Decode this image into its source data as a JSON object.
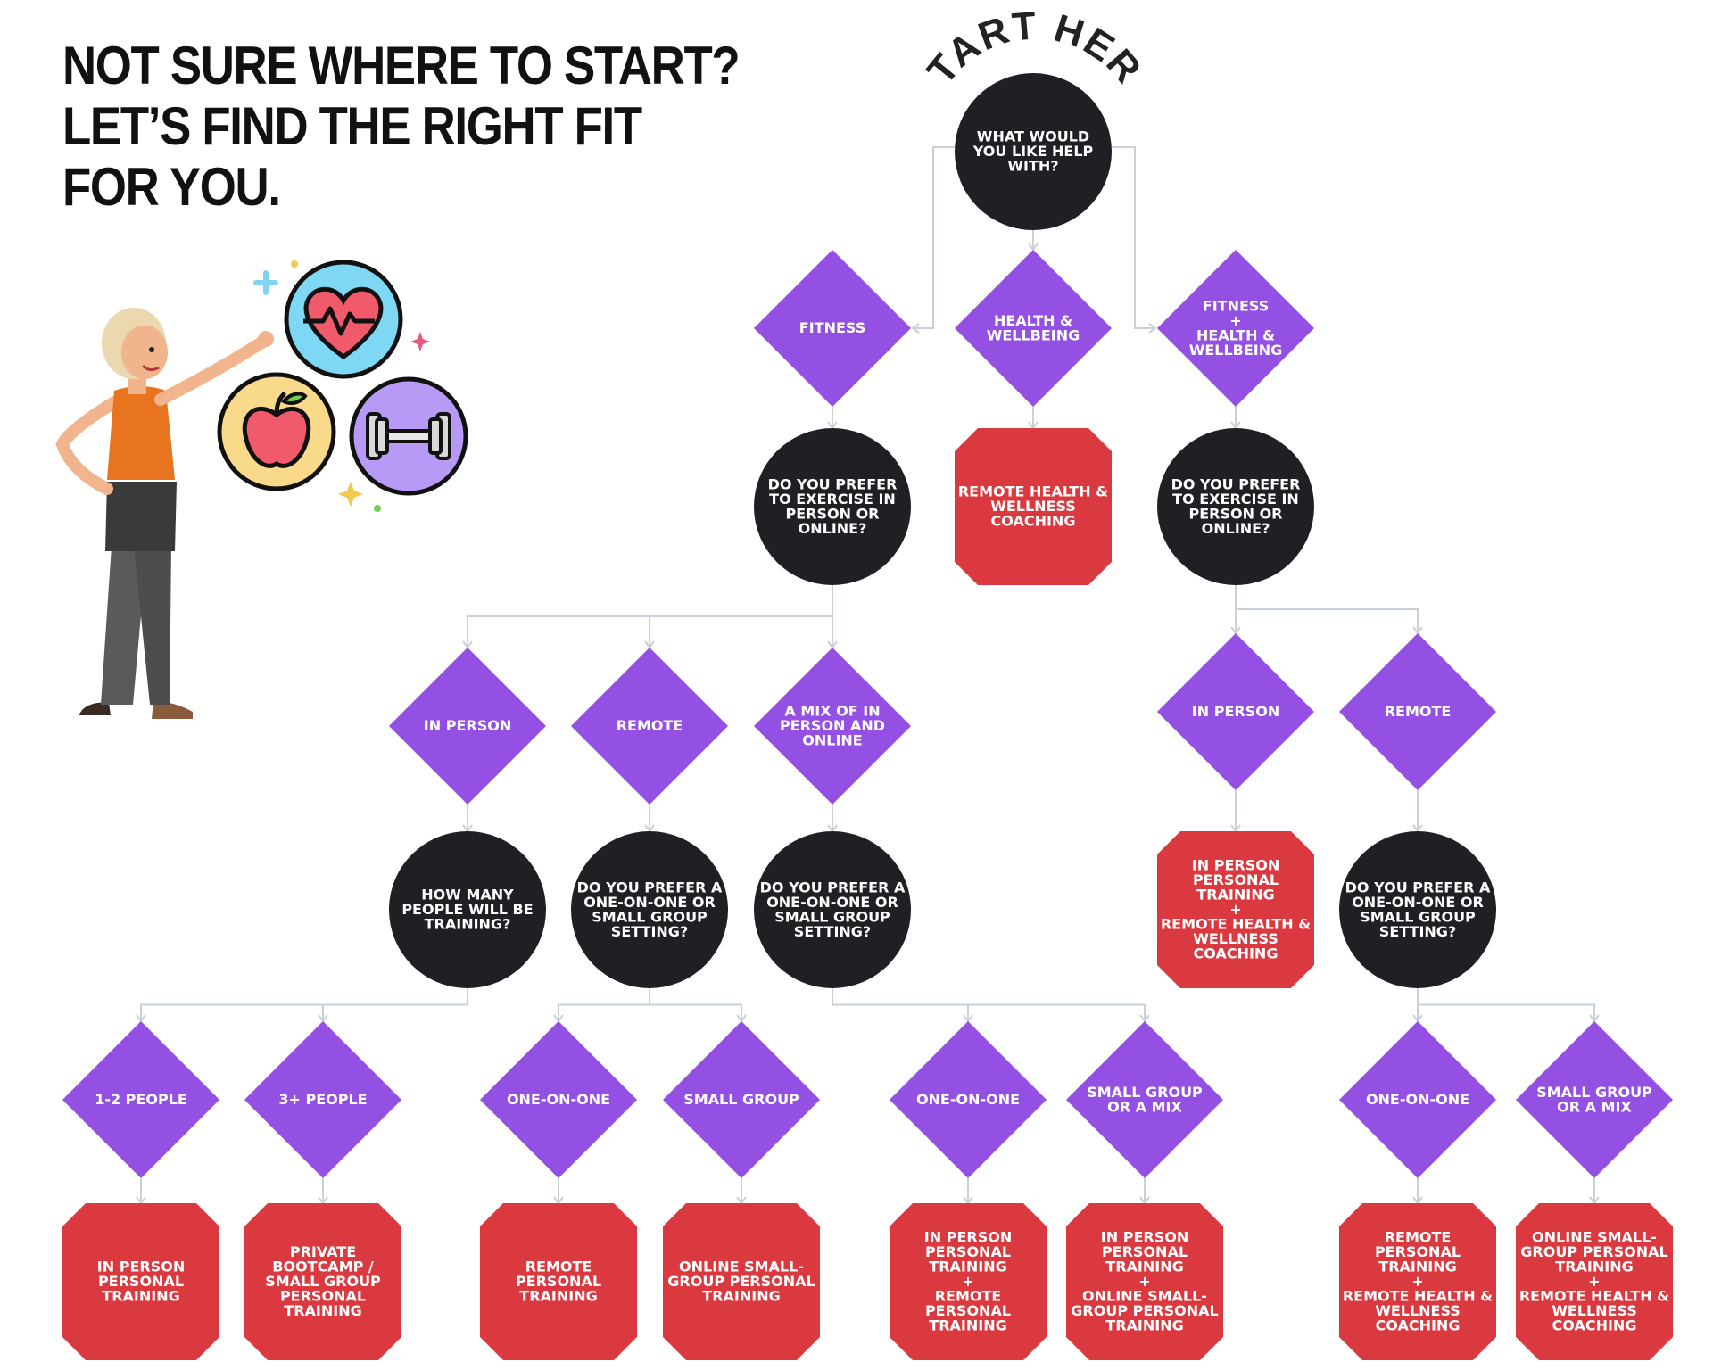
{
  "title": {
    "line1": "NOT SURE WHERE TO START?",
    "line2": "LET’S FIND THE RIGHT FIT",
    "line3": "FOR YOU."
  },
  "start_label": "START HERE",
  "colors": {
    "question": "#1f1f24",
    "option": "#9450e2",
    "result": "#da3a3f",
    "connector": "#c9d0d8"
  },
  "icons": [
    "heart-pulse-icon",
    "apple-icon",
    "dumbbell-icon",
    "woman-pointing-illustration"
  ],
  "nodes": [
    {
      "id": "q0",
      "kind": "question",
      "lines": [
        "WHAT WOULD",
        "YOU LIKE HELP",
        "WITH?"
      ]
    },
    {
      "id": "o_fit",
      "kind": "option",
      "lines": [
        "FITNESS"
      ]
    },
    {
      "id": "o_hw",
      "kind": "option",
      "lines": [
        "HEALTH &",
        "WELLBEING"
      ]
    },
    {
      "id": "o_both",
      "kind": "option",
      "lines": [
        "FITNESS",
        "+",
        "HEALTH &",
        "WELLBEING"
      ]
    },
    {
      "id": "q_fit",
      "kind": "question",
      "lines": [
        "DO YOU PREFER",
        "TO EXERCISE IN",
        "PERSON OR",
        "ONLINE?"
      ]
    },
    {
      "id": "r_hw",
      "kind": "result",
      "lines": [
        "REMOTE HEALTH &",
        "WELLNESS",
        "COACHING"
      ]
    },
    {
      "id": "q_both",
      "kind": "question",
      "lines": [
        "DO YOU PREFER",
        "TO EXERCISE IN",
        "PERSON OR",
        "ONLINE?"
      ]
    },
    {
      "id": "o_inperson",
      "kind": "option",
      "lines": [
        "IN PERSON"
      ]
    },
    {
      "id": "o_remote",
      "kind": "option",
      "lines": [
        "REMOTE"
      ]
    },
    {
      "id": "o_mix",
      "kind": "option",
      "lines": [
        "A MIX OF IN",
        "PERSON AND",
        "ONLINE"
      ]
    },
    {
      "id": "o_b_inperson",
      "kind": "option",
      "lines": [
        "IN PERSON"
      ]
    },
    {
      "id": "o_b_remote",
      "kind": "option",
      "lines": [
        "REMOTE"
      ]
    },
    {
      "id": "q_people",
      "kind": "question",
      "lines": [
        "HOW MANY",
        "PEOPLE WILL BE",
        "TRAINING?"
      ]
    },
    {
      "id": "q_remote_set",
      "kind": "question",
      "lines": [
        "DO YOU PREFER A",
        "ONE-ON-ONE OR",
        "SMALL GROUP",
        "SETTING?"
      ]
    },
    {
      "id": "q_mix_set",
      "kind": "question",
      "lines": [
        "DO YOU PREFER A",
        "ONE-ON-ONE OR",
        "SMALL GROUP",
        "SETTING?"
      ]
    },
    {
      "id": "r_b_inperson",
      "kind": "result",
      "lines": [
        "IN PERSON",
        "PERSONAL",
        "TRAINING",
        "+",
        "REMOTE HEALTH &",
        "WELLNESS",
        "COACHING"
      ]
    },
    {
      "id": "q_b_remote_set",
      "kind": "question",
      "lines": [
        "DO YOU PREFER A",
        "ONE-ON-ONE OR",
        "SMALL GROUP",
        "SETTING?"
      ]
    },
    {
      "id": "o_12",
      "kind": "option",
      "lines": [
        "1-2 PEOPLE"
      ]
    },
    {
      "id": "o_3plus",
      "kind": "option",
      "lines": [
        "3+ PEOPLE"
      ]
    },
    {
      "id": "o_r_one",
      "kind": "option",
      "lines": [
        "ONE-ON-ONE"
      ]
    },
    {
      "id": "o_r_small",
      "kind": "option",
      "lines": [
        "SMALL GROUP"
      ]
    },
    {
      "id": "o_m_one",
      "kind": "option",
      "lines": [
        "ONE-ON-ONE"
      ]
    },
    {
      "id": "o_m_small",
      "kind": "option",
      "lines": [
        "SMALL GROUP",
        "OR A MIX"
      ]
    },
    {
      "id": "o_b_one",
      "kind": "option",
      "lines": [
        "ONE-ON-ONE"
      ]
    },
    {
      "id": "o_b_small",
      "kind": "option",
      "lines": [
        "SMALL GROUP",
        "OR A MIX"
      ]
    },
    {
      "id": "r_12",
      "kind": "result",
      "lines": [
        "IN PERSON",
        "PERSONAL",
        "TRAINING"
      ]
    },
    {
      "id": "r_3plus",
      "kind": "result",
      "lines": [
        "PRIVATE",
        "BOOTCAMP /",
        "SMALL GROUP",
        "PERSONAL",
        "TRAINING"
      ]
    },
    {
      "id": "r_r_one",
      "kind": "result",
      "lines": [
        "REMOTE",
        "PERSONAL",
        "TRAINING"
      ]
    },
    {
      "id": "r_r_small",
      "kind": "result",
      "lines": [
        "ONLINE SMALL-",
        "GROUP PERSONAL",
        "TRAINING"
      ]
    },
    {
      "id": "r_m_one",
      "kind": "result",
      "lines": [
        "IN PERSON",
        "PERSONAL",
        "TRAINING",
        "+",
        "REMOTE",
        "PERSONAL",
        "TRAINING"
      ]
    },
    {
      "id": "r_m_small",
      "kind": "result",
      "lines": [
        "IN PERSON",
        "PERSONAL",
        "TRAINING",
        "+",
        "ONLINE SMALL-",
        "GROUP PERSONAL",
        "TRAINING"
      ]
    },
    {
      "id": "r_b_one",
      "kind": "result",
      "lines": [
        "REMOTE",
        "PERSONAL",
        "TRAINING",
        "+",
        "REMOTE HEALTH &",
        "WELLNESS",
        "COACHING"
      ]
    },
    {
      "id": "r_b_small",
      "kind": "result",
      "lines": [
        "ONLINE SMALL-",
        "GROUP PERSONAL",
        "TRAINING",
        "+",
        "REMOTE HEALTH &",
        "WELLNESS",
        "COACHING"
      ]
    }
  ],
  "edges": [
    [
      "q0",
      "o_fit"
    ],
    [
      "q0",
      "o_hw"
    ],
    [
      "q0",
      "o_both"
    ],
    [
      "o_fit",
      "q_fit"
    ],
    [
      "o_hw",
      "r_hw"
    ],
    [
      "o_both",
      "q_both"
    ],
    [
      "q_fit",
      "o_inperson"
    ],
    [
      "q_fit",
      "o_remote"
    ],
    [
      "q_fit",
      "o_mix"
    ],
    [
      "q_both",
      "o_b_inperson"
    ],
    [
      "q_both",
      "o_b_remote"
    ],
    [
      "o_inperson",
      "q_people"
    ],
    [
      "o_remote",
      "q_remote_set"
    ],
    [
      "o_mix",
      "q_mix_set"
    ],
    [
      "o_b_inperson",
      "r_b_inperson"
    ],
    [
      "o_b_remote",
      "q_b_remote_set"
    ],
    [
      "q_people",
      "o_12"
    ],
    [
      "q_people",
      "o_3plus"
    ],
    [
      "q_remote_set",
      "o_r_one"
    ],
    [
      "q_remote_set",
      "o_r_small"
    ],
    [
      "q_mix_set",
      "o_m_one"
    ],
    [
      "q_mix_set",
      "o_m_small"
    ],
    [
      "q_b_remote_set",
      "o_b_one"
    ],
    [
      "q_b_remote_set",
      "o_b_small"
    ],
    [
      "o_12",
      "r_12"
    ],
    [
      "o_3plus",
      "r_3plus"
    ],
    [
      "o_r_one",
      "r_r_one"
    ],
    [
      "o_r_small",
      "r_r_small"
    ],
    [
      "o_m_one",
      "r_m_one"
    ],
    [
      "o_m_small",
      "r_m_small"
    ],
    [
      "o_b_one",
      "r_b_one"
    ],
    [
      "o_b_small",
      "r_b_small"
    ]
  ]
}
